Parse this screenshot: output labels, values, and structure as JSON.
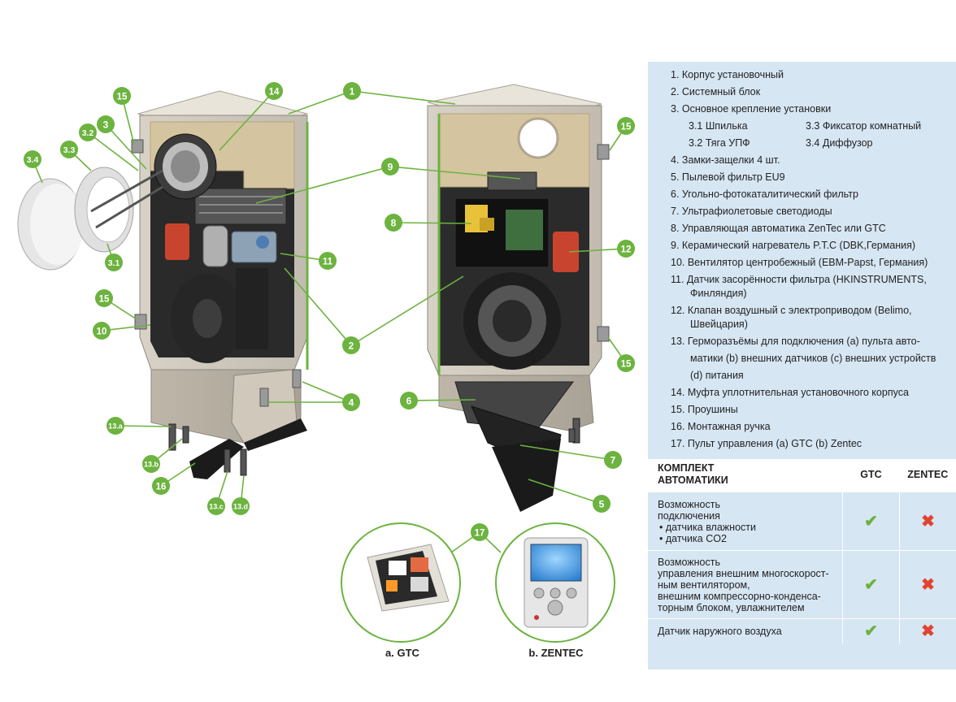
{
  "colors": {
    "callout_green": "#6cb33f",
    "legend_bg": "#d7e6f3",
    "check": "#6cb33f",
    "cross": "#e2442f"
  },
  "callouts": [
    "1",
    "2",
    "3",
    "3.1",
    "3.2",
    "3.3",
    "3.4",
    "4",
    "5",
    "6",
    "7",
    "8",
    "9",
    "10",
    "11",
    "12",
    "13.a",
    "13.b",
    "13.c",
    "13.d",
    "14",
    "15",
    "16",
    "17"
  ],
  "controllers": {
    "a_label": "a. GTC",
    "b_label": "b. ZENTEC"
  },
  "legend": {
    "items": [
      {
        "text": "1. Корпус установочный"
      },
      {
        "text": "2. Системный блок"
      },
      {
        "text": "3. Основное крепление установки"
      }
    ],
    "sub_items": [
      {
        "left": "3.1 Шпилька",
        "right": "3.3 Фиксатор комнатный"
      },
      {
        "left": "3.2 Тяга УПФ",
        "right": "3.4 Диффузор"
      }
    ],
    "items2": [
      {
        "text": "4. Замки-защелки 4 шт."
      },
      {
        "text": "5. Пылевой фильтр EU9"
      },
      {
        "text": "6. Угольно-фотокаталитический фильтр"
      },
      {
        "text": "7. Ультрафиолетовые светодиоды"
      },
      {
        "text": "8. Управляющая автоматика ZenTec или GTC"
      },
      {
        "text": "9. Керамический нагреватель P.T.C (DBK,Германия)"
      },
      {
        "text": "10. Вентилятор центробежный (EBM-Papst, Германия)"
      },
      {
        "text": "11. Датчик засорённости фильтра (HKINSTRUMENTS,"
      },
      {
        "text": "Финляндия)",
        "cont": true
      },
      {
        "text": "12. Клапан воздушный с электроприводом (Belimo,"
      },
      {
        "text": "Швейцария)",
        "cont": true
      },
      {
        "text": "13. Герморазъёмы для подключения (а) пульта авто-"
      },
      {
        "text": "матики (b) внешних датчиков (c) внешних устройств",
        "cont": true
      },
      {
        "text": "(d) питания",
        "cont": true
      },
      {
        "text": "14. Муфта уплотнительная установочного корпуса"
      },
      {
        "text": "15. Проушины"
      },
      {
        "text": "16. Монтажная ручка"
      },
      {
        "text": "17.  Пульт управления (а) GTC (b) Zentec"
      }
    ]
  },
  "table": {
    "header": {
      "title_line1": "КОМПЛЕКТ",
      "title_line2": "АВТОМАТИКИ",
      "col1": "GTC",
      "col2": "ZENTEC"
    },
    "rows": [
      {
        "lines": [
          "Возможность",
          "подключения",
          "• датчика влажности",
          "• датчика CO2"
        ],
        "gtc": "✔",
        "zentec": "✖"
      },
      {
        "lines": [
          "Возможность",
          "управления внешним многоскорост-",
          "ным вентилятором,",
          "внешним компрессорно-конденса-",
          "торным блоком,  увлажнителем"
        ],
        "gtc": "✔",
        "zentec": "✖"
      },
      {
        "lines": [
          "Датчик наружного воздуха"
        ],
        "gtc": "✔",
        "zentec": "✖"
      }
    ]
  }
}
